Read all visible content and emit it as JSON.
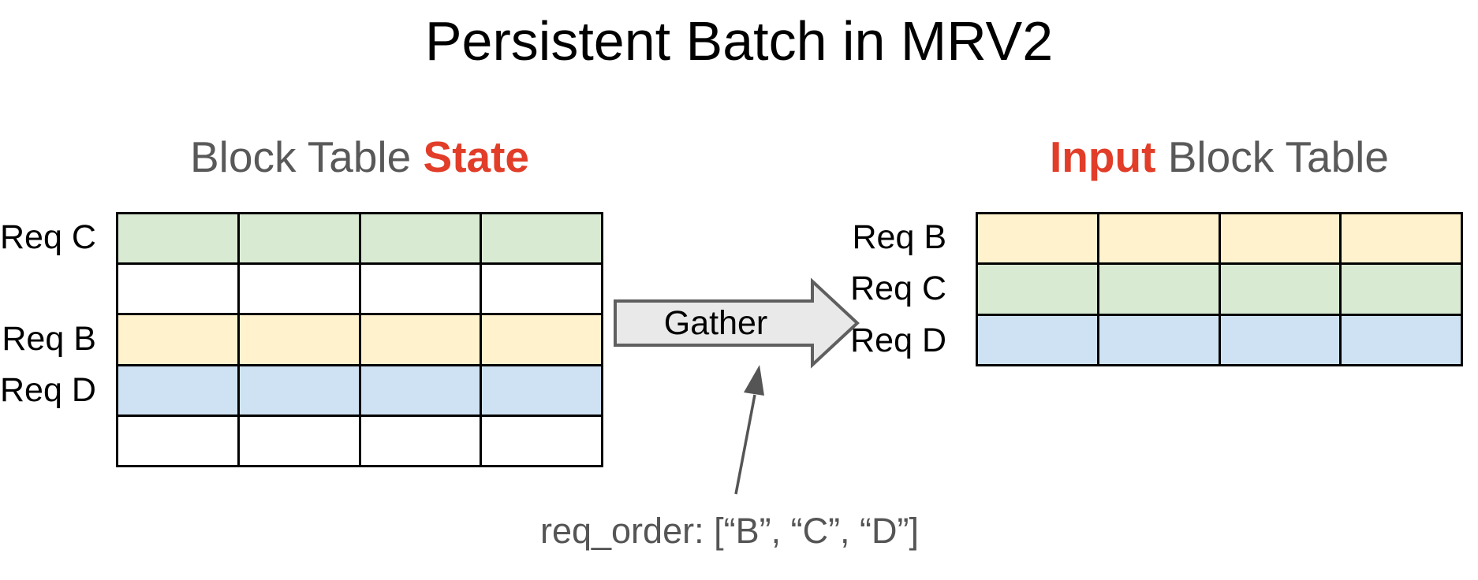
{
  "title": "Persistent Batch in MRV2",
  "colors": {
    "heading_gray": "#595959",
    "accent_red": "#e23d28",
    "cell_green": "#d9ead3",
    "cell_yellow": "#fff2cc",
    "cell_blue": "#cfe2f3",
    "cell_white": "#ffffff",
    "border_black": "#000000",
    "arrow_fill": "#e9e9e9",
    "arrow_stroke": "#5f5f5f",
    "annotation_gray": "#555555"
  },
  "state_table": {
    "heading_prefix": "Block Table ",
    "heading_highlight": "State",
    "columns": 4,
    "rows": [
      {
        "label": "Req C",
        "color": "green"
      },
      {
        "label": "",
        "color": "white"
      },
      {
        "label": "Req B",
        "color": "yellow"
      },
      {
        "label": "Req D",
        "color": "blue"
      },
      {
        "label": "",
        "color": "white"
      }
    ]
  },
  "gather_arrow": {
    "label": "Gather"
  },
  "input_table": {
    "heading_highlight": "Input",
    "heading_suffix": " Block Table",
    "columns": 4,
    "rows": [
      {
        "label": "Req B",
        "color": "yellow"
      },
      {
        "label": "Req C",
        "color": "green"
      },
      {
        "label": "Req D",
        "color": "blue"
      }
    ]
  },
  "annotation": {
    "text": "req_order: [“B”, “C”, “D”]"
  }
}
